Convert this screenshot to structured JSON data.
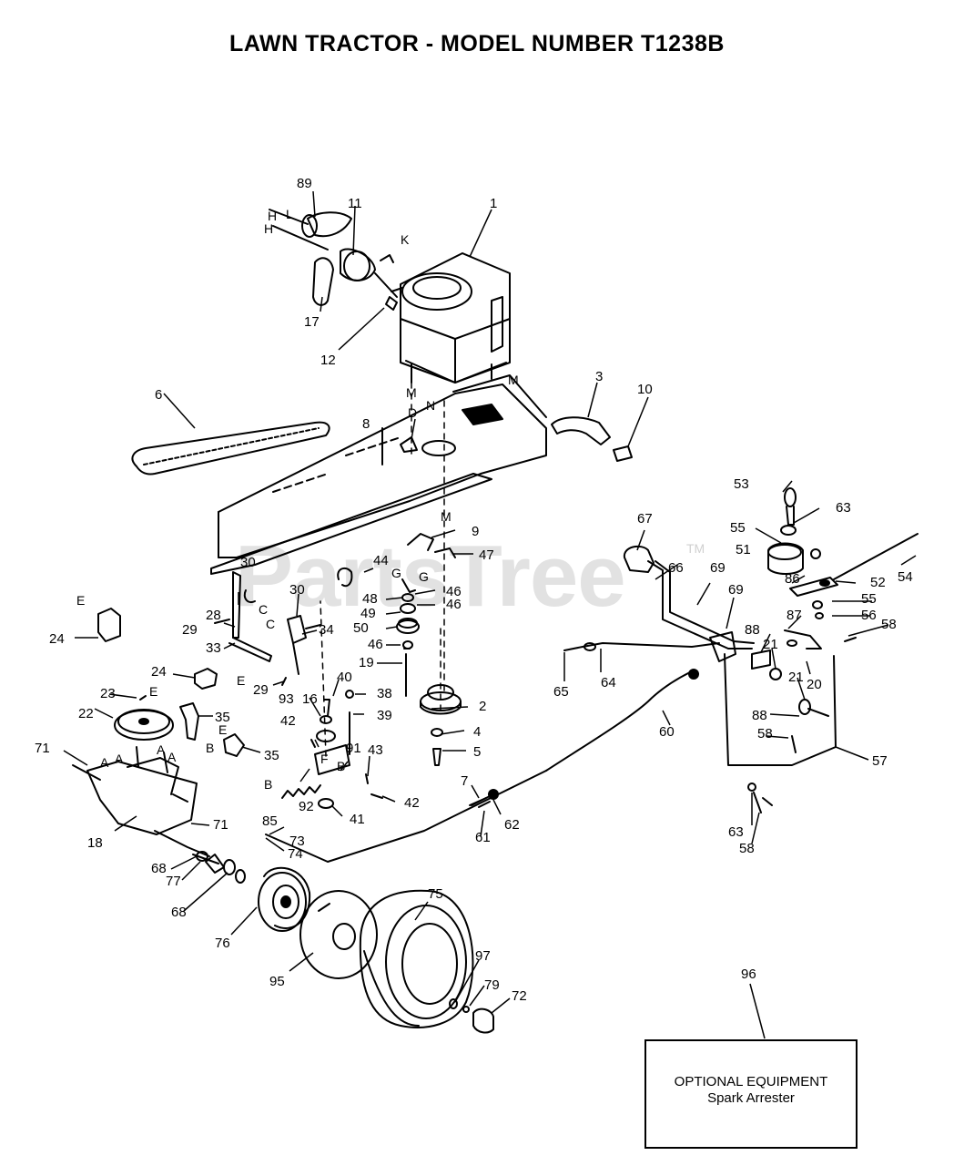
{
  "title": "LAWN TRACTOR - MODEL NUMBER T1238B",
  "watermark": "PartsTree",
  "watermark_tm": "TM",
  "optional_equipment": {
    "title": "OPTIONAL EQUIPMENT",
    "item": "Spark Arrester",
    "callout": "96"
  },
  "callouts": [
    {
      "n": "1"
    },
    {
      "n": "89"
    },
    {
      "n": "11"
    },
    {
      "n": "17"
    },
    {
      "n": "12"
    },
    {
      "n": "6"
    },
    {
      "n": "3"
    },
    {
      "n": "10"
    },
    {
      "n": "8"
    },
    {
      "n": "9"
    },
    {
      "n": "47"
    },
    {
      "n": "44"
    },
    {
      "n": "30"
    },
    {
      "n": "30"
    },
    {
      "n": "28"
    },
    {
      "n": "29"
    },
    {
      "n": "29"
    },
    {
      "n": "33"
    },
    {
      "n": "34"
    },
    {
      "n": "24"
    },
    {
      "n": "24"
    },
    {
      "n": "35"
    },
    {
      "n": "35"
    },
    {
      "n": "23"
    },
    {
      "n": "22"
    },
    {
      "n": "71"
    },
    {
      "n": "71"
    },
    {
      "n": "18"
    },
    {
      "n": "68"
    },
    {
      "n": "77"
    },
    {
      "n": "68"
    },
    {
      "n": "76"
    },
    {
      "n": "95"
    },
    {
      "n": "75"
    },
    {
      "n": "97"
    },
    {
      "n": "79"
    },
    {
      "n": "72"
    },
    {
      "n": "48"
    },
    {
      "n": "46"
    },
    {
      "n": "46"
    },
    {
      "n": "49"
    },
    {
      "n": "50"
    },
    {
      "n": "46"
    },
    {
      "n": "19"
    },
    {
      "n": "40"
    },
    {
      "n": "16"
    },
    {
      "n": "38"
    },
    {
      "n": "93"
    },
    {
      "n": "39"
    },
    {
      "n": "42"
    },
    {
      "n": "91"
    },
    {
      "n": "43"
    },
    {
      "n": "92"
    },
    {
      "n": "42"
    },
    {
      "n": "41"
    },
    {
      "n": "85"
    },
    {
      "n": "73"
    },
    {
      "n": "74"
    },
    {
      "n": "2"
    },
    {
      "n": "4"
    },
    {
      "n": "5"
    },
    {
      "n": "7"
    },
    {
      "n": "61"
    },
    {
      "n": "62"
    },
    {
      "n": "60"
    },
    {
      "n": "65"
    },
    {
      "n": "64"
    },
    {
      "n": "67"
    },
    {
      "n": "66"
    },
    {
      "n": "69"
    },
    {
      "n": "69"
    },
    {
      "n": "53"
    },
    {
      "n": "63"
    },
    {
      "n": "55"
    },
    {
      "n": "51"
    },
    {
      "n": "86"
    },
    {
      "n": "52"
    },
    {
      "n": "54"
    },
    {
      "n": "55"
    },
    {
      "n": "56"
    },
    {
      "n": "58"
    },
    {
      "n": "87"
    },
    {
      "n": "88"
    },
    {
      "n": "21"
    },
    {
      "n": "21"
    },
    {
      "n": "20"
    },
    {
      "n": "88"
    },
    {
      "n": "58"
    },
    {
      "n": "57"
    },
    {
      "n": "63"
    },
    {
      "n": "58"
    }
  ],
  "letters": [
    {
      "t": "H"
    },
    {
      "t": "H"
    },
    {
      "t": "L"
    },
    {
      "t": "K"
    },
    {
      "t": "M"
    },
    {
      "t": "M"
    },
    {
      "t": "N"
    },
    {
      "t": "D"
    },
    {
      "t": "M"
    },
    {
      "t": "G"
    },
    {
      "t": "G"
    },
    {
      "t": "F"
    },
    {
      "t": "C"
    },
    {
      "t": "C"
    },
    {
      "t": "E"
    },
    {
      "t": "E"
    },
    {
      "t": "E"
    },
    {
      "t": "E"
    },
    {
      "t": "B"
    },
    {
      "t": "B"
    },
    {
      "t": "A"
    },
    {
      "t": "A"
    },
    {
      "t": "A"
    },
    {
      "t": "A"
    },
    {
      "t": "B"
    }
  ]
}
